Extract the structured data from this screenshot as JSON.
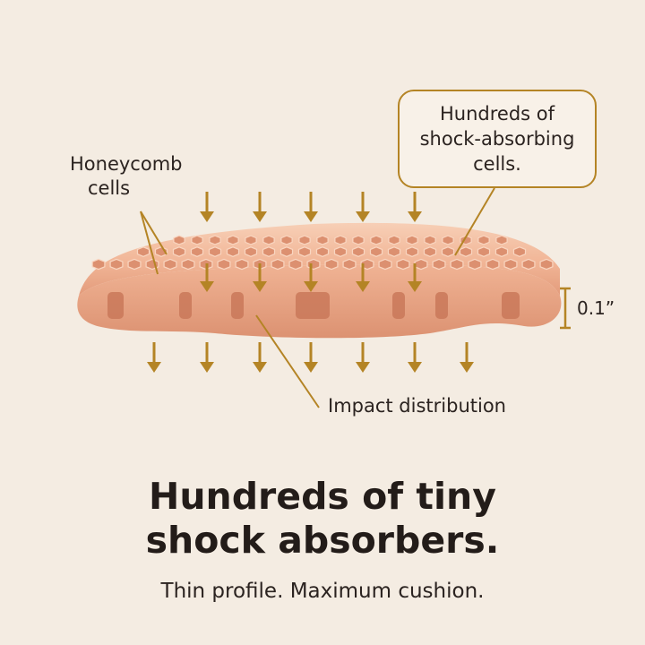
{
  "labels": {
    "honeycomb_line1": "Honeycomb",
    "honeycomb_line2": "cells",
    "callout_line1": "Hundreds of",
    "callout_line2": "shock-absorbing",
    "callout_line3": "cells.",
    "impact": "Impact distribution",
    "thickness": "0.1”"
  },
  "headline": {
    "line1": "Hundreds of tiny",
    "line2": "shock absorbers."
  },
  "subtitle": "Thin profile. Maximum cushion.",
  "colors": {
    "background": "#f4ece2",
    "accent": "#b48425",
    "cushion": "#f2b99a",
    "cushion_shadow": "#d98f6f",
    "text": "#2b2320"
  },
  "icons": [
    "down-arrow-icon",
    "leader-line",
    "thickness-bracket-icon"
  ]
}
